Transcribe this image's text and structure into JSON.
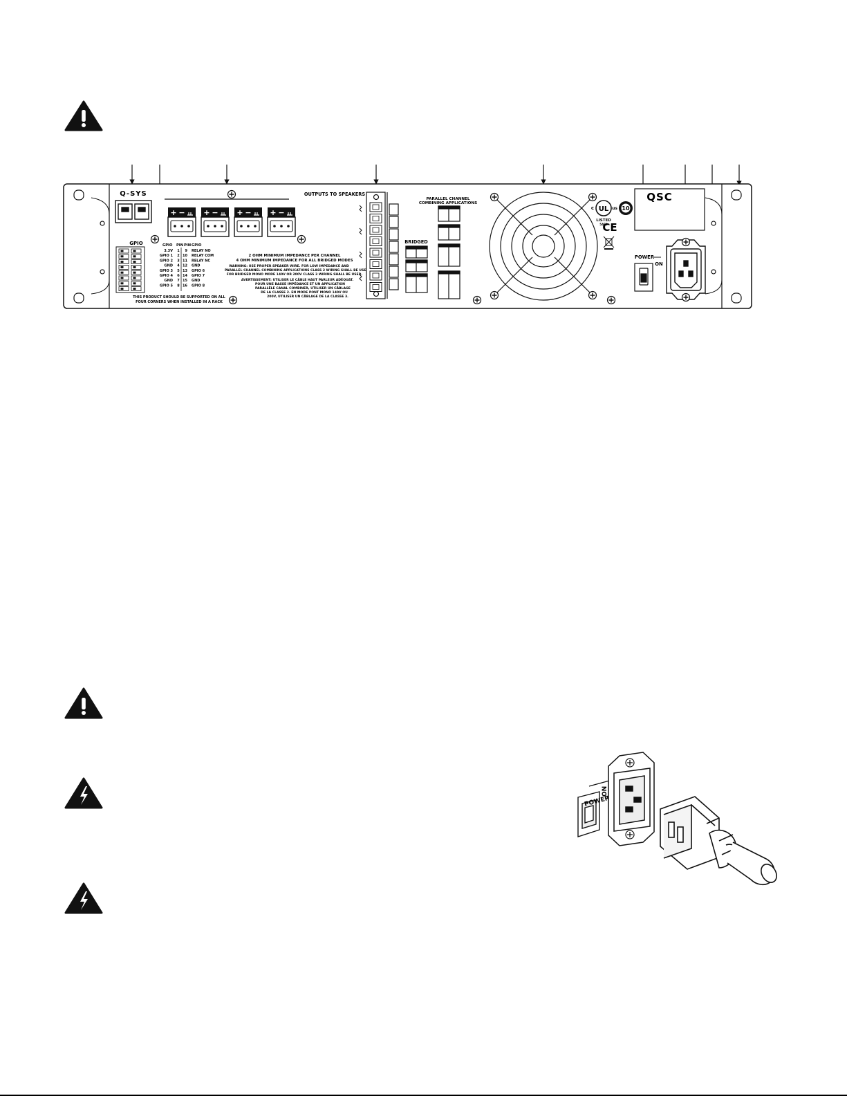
{
  "brand": {
    "qsys_logo": "Q-SYS",
    "qsc_logo": "QSC"
  },
  "panel": {
    "gpio_title": "GPIO",
    "gpio_table": {
      "headers": [
        "GPIO",
        "PIN",
        "PIN",
        "GPIO"
      ],
      "rows": [
        [
          "3.3V",
          "1",
          "9",
          "RELAY NO"
        ],
        [
          "GPIO 1",
          "2",
          "10",
          "RELAY COM"
        ],
        [
          "GPIO 2",
          "3",
          "11",
          "RELAY NC"
        ],
        [
          "GND",
          "4",
          "12",
          "GND"
        ],
        [
          "GPIO 3",
          "5",
          "13",
          "GPIO 6"
        ],
        [
          "GPIO 4",
          "6",
          "14",
          "GPIO 7"
        ],
        [
          "GND",
          "7",
          "15",
          "GND"
        ],
        [
          "GPIO 5",
          "8",
          "16",
          "GPIO 8"
        ]
      ]
    },
    "rack_note": [
      "THIS PRODUCT SHOULD BE SUPPORTED ON ALL",
      "FOUR CORNERS WHEN INSTALLED IN A RACK"
    ],
    "input_polarity": [
      "+",
      "−"
    ],
    "impedance_notes": [
      "2 OHM MINIMUM IMPEDANCE PER CHANNEL",
      "4 OHM MINIMUM IMPEDANCE FOR ALL BRIDGED MODES"
    ],
    "warning_en": [
      "WARNING:  USE PROPER SPEAKER WIRE.  FOR LOW IMPEDANCE AND",
      "PARALLEL CHANNEL COMBINING APPLICATIONS CLASS 2 WIRING SHALL BE USED.",
      "FOR BRIDGED MONO MODE 140V OR 200V CLASS 3 WIRING SHALL BE USED."
    ],
    "warning_fr": [
      "AVERTISSEMENT: UTILISER LE CÂBLE HAUT PARLEUR ADÉQUAT.",
      "POUR UNE BASSE IMPÉDANCE ET UN APPLICATION",
      "PARALLÈLE CANAL COMBINER, UTILISER UN CÂBLAGE",
      "DE LA CLASSE 2. EN MODE PONT MONO 140V OU",
      "200V, UTILISER UN CÂBLAGE DE LA CLASSE 3."
    ],
    "outputs_title": "OUTPUTS TO SPEAKERS",
    "bridged_label": "BRIDGED",
    "parallel_label": [
      "PARALLEL CHANNEL",
      "COMBINING APPLICATIONS"
    ],
    "cert_text": {
      "c": "c",
      "ul": "UL",
      "us": "us",
      "listed": "LISTED",
      "code": "5AF6",
      "ce": "CE",
      "ten": "10"
    },
    "power_label": "POWER",
    "on_label": "ON"
  },
  "inset": {
    "power_label": "POWER",
    "on_label": "ON"
  }
}
